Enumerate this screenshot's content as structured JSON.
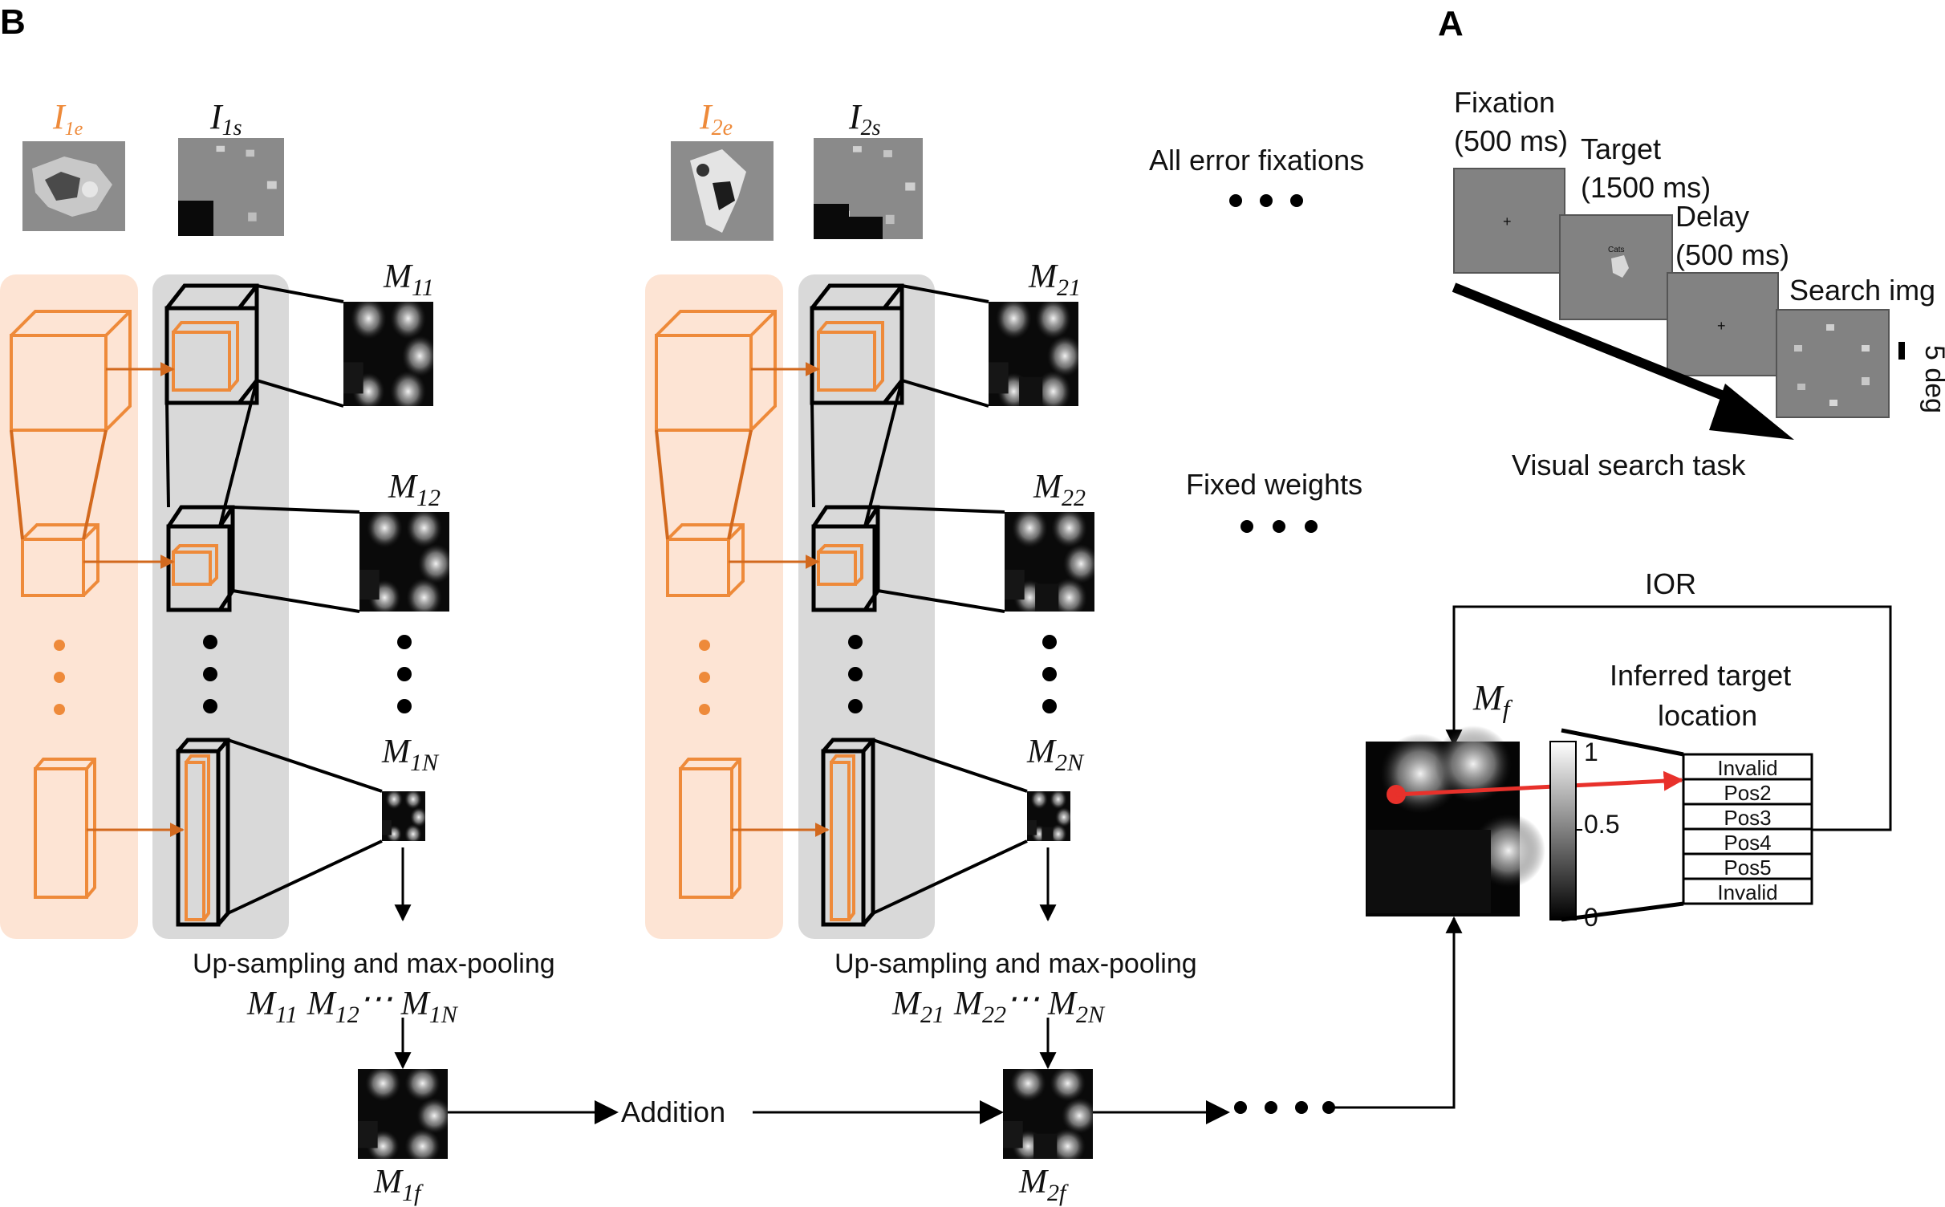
{
  "panels": {
    "b": "B",
    "a": "A"
  },
  "labels": {
    "all_error_fixations": "All error fixations",
    "fixed_weights": "Fixed weights",
    "upsampling": "Up-sampling and max-pooling",
    "addition": "Addition",
    "ior": "IOR",
    "inferred_target": "Inferred target",
    "location": "location",
    "visual_search_task": "Visual search task"
  },
  "math": {
    "i1e": {
      "base": "I",
      "sub": "1e"
    },
    "i1s": {
      "base": "I",
      "sub": "1s"
    },
    "i2e": {
      "base": "I",
      "sub": "2e"
    },
    "i2s": {
      "base": "I",
      "sub": "2s"
    },
    "m11": {
      "base": "M",
      "sub": "11"
    },
    "m12": {
      "base": "M",
      "sub": "12"
    },
    "m1n": {
      "base": "M",
      "sub": "1N"
    },
    "m21": {
      "base": "M",
      "sub": "21"
    },
    "m22": {
      "base": "M",
      "sub": "22"
    },
    "m2n": {
      "base": "M",
      "sub": "2N"
    },
    "m1f": {
      "base": "M",
      "sub": "1f"
    },
    "m2f": {
      "base": "M",
      "sub": "2f"
    },
    "mf": {
      "base": "M",
      "sub": "f"
    },
    "ellipsis": "⋯"
  },
  "task": {
    "fixation": "Fixation",
    "fixation_time": "(500 ms)",
    "target": "Target",
    "target_time": "(1500 ms)",
    "delay": "Delay",
    "delay_time": "(500 ms)",
    "search": "Search img",
    "scale": "5 deg",
    "cue_text": "Cats"
  },
  "colorbar": {
    "max": "1",
    "mid": "0.5",
    "min": "0"
  },
  "positions": [
    "Invalid",
    "Pos2",
    "Pos3",
    "Pos4",
    "Pos5",
    "Invalid"
  ],
  "colors": {
    "orange": "#ee8a3a",
    "orange_bg": "#fde4d4",
    "gray_bg": "#d9d9d9",
    "pointer": "#e8312b"
  }
}
